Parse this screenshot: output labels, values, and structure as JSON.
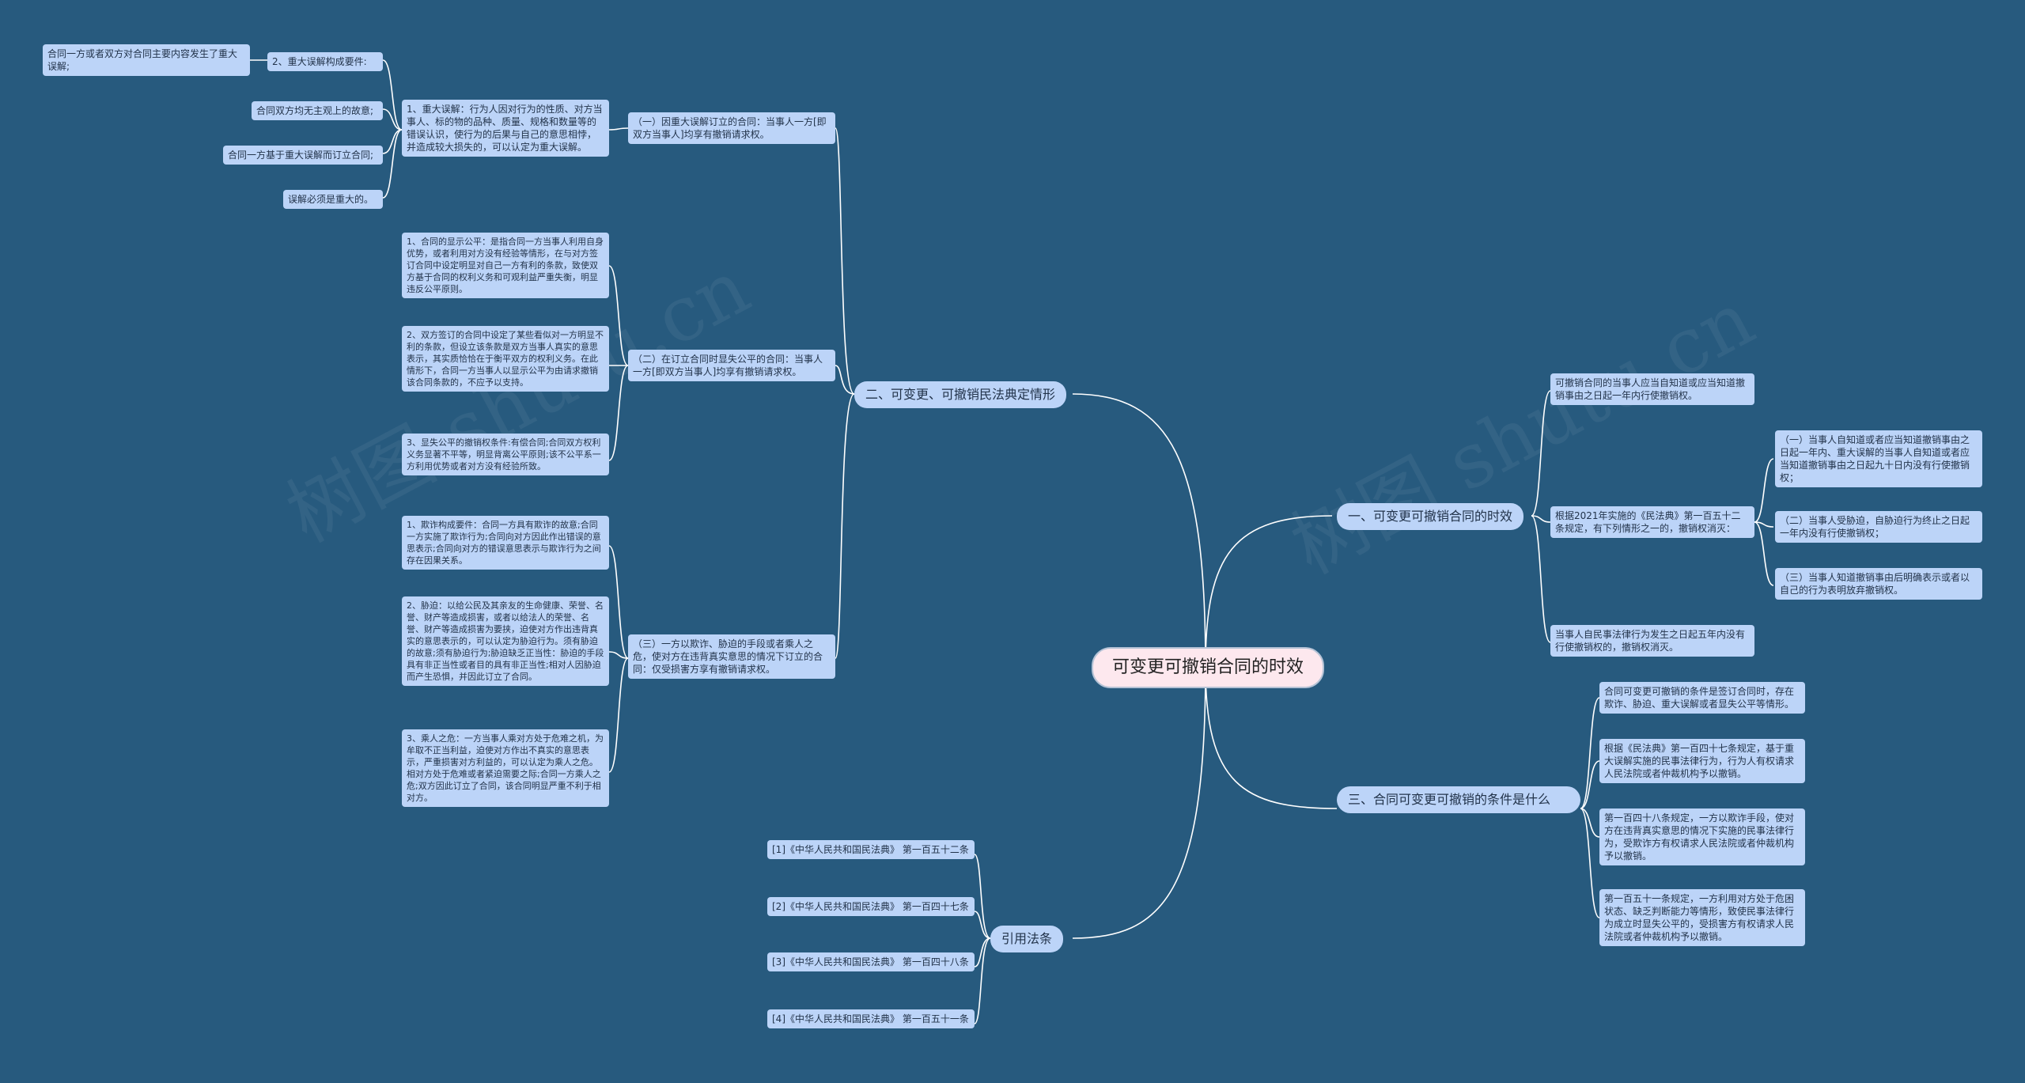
{
  "root": "可变更可撤销合同的时效",
  "watermark": "树图 shutu.cn",
  "colors": {
    "background": "#275a7e",
    "node": "#bcd4f8",
    "root": "#fde8ee",
    "line": "#ffffff"
  },
  "branches": {
    "b1": {
      "label": "一、可变更可撤销合同的时效",
      "items": {
        "a": "可撤销合同的当事人应当自知道或应当知道撤销事由之日起一年内行使撤销权。",
        "b": "根据2021年实施的《民法典》第一百五十二条规定，有下列情形之一的，撤销权消灭：",
        "c": "当事人自民事法律行为发生之日起五年内没有行使撤销权的，撤销权消灭。",
        "b_children": {
          "c1": "（一）当事人自知道或者应当知道撤销事由之日起一年内、重大误解的当事人自知道或者应当知道撤销事由之日起九十日内没有行使撤销权；",
          "c2": "（二）当事人受胁迫，自胁迫行为终止之日起一年内没有行使撤销权；",
          "c3": "（三）当事人知道撤销事由后明确表示或者以自己的行为表明放弃撤销权。"
        }
      }
    },
    "b2": {
      "label": "二、可变更、可撤销民法典定情形",
      "s1": {
        "label": "（一）因重大误解订立的合同：当事人一方[即双方当事人]均享有撤销请求权。",
        "detail": "1、重大误解：行为人因对行为的性质、对方当事人、标的物的品种、质量、规格和数量等的错误认识，使行为的后果与自己的意思相悖，并造成较大损失的，可以认定为重大误解。",
        "leaves": {
          "l1": "2、重大误解构成要件:",
          "l1a": "合同一方或者双方对合同主要内容发生了重大误解;",
          "l2": "合同双方均无主观上的故意;",
          "l3": "合同一方基于重大误解而订立合同;",
          "l4": "误解必须是重大的。"
        }
      },
      "s2": {
        "label": "（二）在订立合同时显失公平的合同：当事人一方[即双方当事人]均享有撤销请求权。",
        "d1": "1、合同的显示公平：是指合同一方当事人利用自身优势，或者利用对方没有经验等情形，在与对方签订合同中设定明显对自己一方有利的条款，致使双方基于合同的权利义务和可观利益严重失衡，明显违反公平原则。",
        "d2": "2、双方签订的合同中设定了某些看似对一方明显不利的条款，但设立该条款是双方当事人真实的意思表示，其实质恰恰在于衡平双方的权利义务。在此情形下，合同一方当事人以显示公平为由请求撤销该合同条款的，不应予以支持。",
        "d3": "3、显失公平的撤销权条件:有偿合同;合同双方权利义务显著不平等，明显背离公平原则;该不公平系一方利用优势或者对方没有经验所致。"
      },
      "s3": {
        "label": "（三）一方以欺诈、胁迫的手段或者乘人之危，使对方在违背真实意思的情况下订立的合同：仅受损害方享有撤销请求权。",
        "d1": "1、欺诈构成要件：合同一方具有欺诈的故意;合同一方实施了欺诈行为;合同向对方因此作出错误的意思表示;合同向对方的错误意思表示与欺诈行为之间存在因果关系。",
        "d2": "2、胁迫：以给公民及其亲友的生命健康、荣誉、名誉、财产等造成损害，或者以给法人的荣誉、名誉、财产等造成损害为要挟，迫使对方作出违背真实的意思表示的，可以认定为胁迫行为。须有胁迫的故意;须有胁迫行为;胁迫缺乏正当性：胁迫的手段具有非正当性或者目的具有非正当性;相对人因胁迫而产生恐惧，并因此订立了合同。",
        "d3": "3、乘人之危：一方当事人乘对方处于危难之机，为牟取不正当利益，迫使对方作出不真实的意思表示，严重损害对方利益的，可以认定为乘人之危。相对方处于危难或者紧迫需要之际;合同一方乘人之危;双方因此订立了合同，该合同明显严重不利于相对方。"
      }
    },
    "b3": {
      "label": "三、合同可变更可撤销的条件是什么",
      "items": {
        "a": "合同可变更可撤销的条件是签订合同时，存在欺诈、胁迫、重大误解或者显失公平等情形。",
        "b": "根据《民法典》第一百四十七条规定，基于重大误解实施的民事法律行为，行为人有权请求人民法院或者仲裁机构予以撤销。",
        "c": "第一百四十八条规定，一方以欺诈手段，使对方在违背真实意思的情况下实施的民事法律行为，受欺诈方有权请求人民法院或者仲裁机构予以撤销。",
        "d": "第一百五十一条规定，一方利用对方处于危困状态、缺乏判断能力等情形，致使民事法律行为成立时显失公平的，受损害方有权请求人民法院或者仲裁机构予以撤销。"
      }
    },
    "b4": {
      "label": "引用法条",
      "items": {
        "a": "[1]《中华人民共和国民法典》 第一百五十二条",
        "b": "[2]《中华人民共和国民法典》 第一百四十七条",
        "c": "[3]《中华人民共和国民法典》 第一百四十八条",
        "d": "[4]《中华人民共和国民法典》 第一百五十一条"
      }
    }
  }
}
